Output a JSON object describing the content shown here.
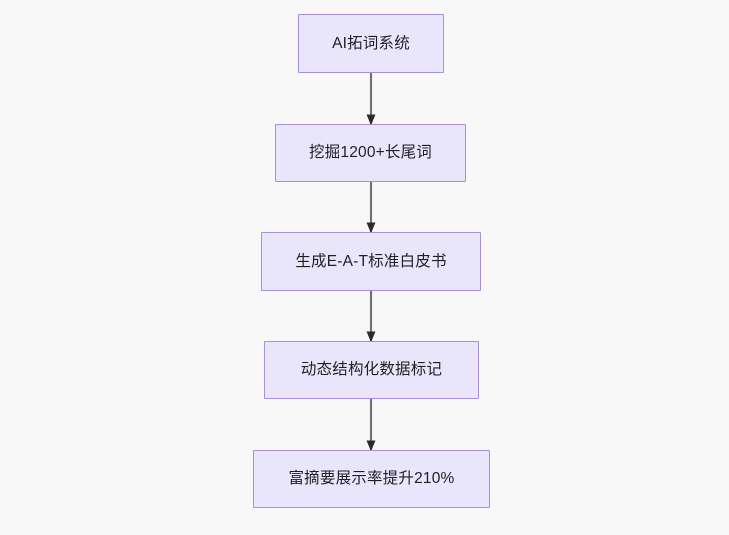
{
  "diagram": {
    "type": "flowchart",
    "direction": "top-to-bottom",
    "background_color": "#f8f8f9",
    "node_fill_color": "#e9e6fb",
    "node_border_color": "#a98fd8",
    "edge_color": "#6f6f6f",
    "arrowhead_color": "#2b2b2b",
    "text_color": "#1f1f24",
    "nodes": [
      {
        "id": "n1",
        "label": "AI拓词系统"
      },
      {
        "id": "n2",
        "label": "挖掘1200+长尾词"
      },
      {
        "id": "n3",
        "label": "生成E-A-T标准白皮书"
      },
      {
        "id": "n4",
        "label": "动态结构化数据标记"
      },
      {
        "id": "n5",
        "label": "富摘要展示率提升210%"
      }
    ],
    "edges": [
      {
        "from": "n1",
        "to": "n2",
        "label": ""
      },
      {
        "from": "n2",
        "to": "n3",
        "label": ""
      },
      {
        "from": "n3",
        "to": "n4",
        "label": ""
      },
      {
        "from": "n4",
        "to": "n5",
        "label": ""
      }
    ]
  }
}
